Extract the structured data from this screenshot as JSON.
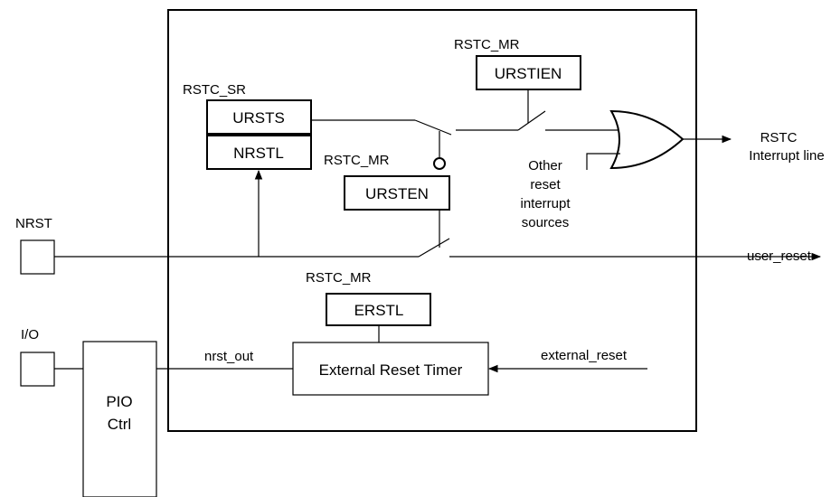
{
  "registers": {
    "rstc_sr": "RSTC_SR",
    "rstc_mr_urstien": "RSTC_MR",
    "rstc_mr_ursten": "RSTC_MR",
    "rstc_mr_erstl": "RSTC_MR"
  },
  "fields": {
    "ursts": "URSTS",
    "nrstl": "NRSTL",
    "urstien": "URSTIEN",
    "ursten": "URSTEN",
    "erstl": "ERSTL"
  },
  "blocks": {
    "external_reset_timer": "External Reset Timer",
    "pio_ctrl_line1": "PIO",
    "pio_ctrl_line2": "Ctrl"
  },
  "pins": {
    "nrst": "NRST",
    "io": "I/O"
  },
  "signals": {
    "nrst_out": "nrst_out",
    "external_reset": "external_reset",
    "user_reset": "user_reset",
    "rstc_interrupt_line1": "RSTC",
    "rstc_interrupt_line2": "Interrupt line",
    "other_sources": [
      "Other",
      "reset",
      "interrupt",
      "sources"
    ]
  }
}
